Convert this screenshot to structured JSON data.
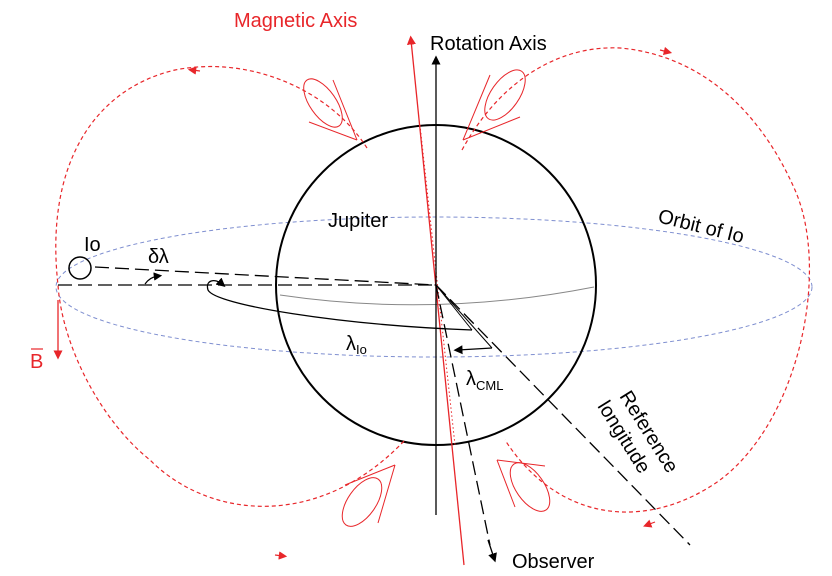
{
  "labels": {
    "magnetic_axis": "Magnetic Axis",
    "rotation_axis": "Rotation Axis",
    "jupiter": "Jupiter",
    "orbit_of_io": "Orbit of Io",
    "io": "Io",
    "delta_lambda": "δλ",
    "lambda_io_symbol": "λ",
    "lambda_io_sub": "Io",
    "lambda_cml_symbol": "λ",
    "lambda_cml_sub": "CML",
    "reference_line1": "Reference",
    "reference_line2": "longitude",
    "observer": "Observer",
    "b_field": "B"
  },
  "colors": {
    "magnetic": "#e8262a",
    "orbit": "#7f8fd0",
    "ink": "#000000"
  }
}
